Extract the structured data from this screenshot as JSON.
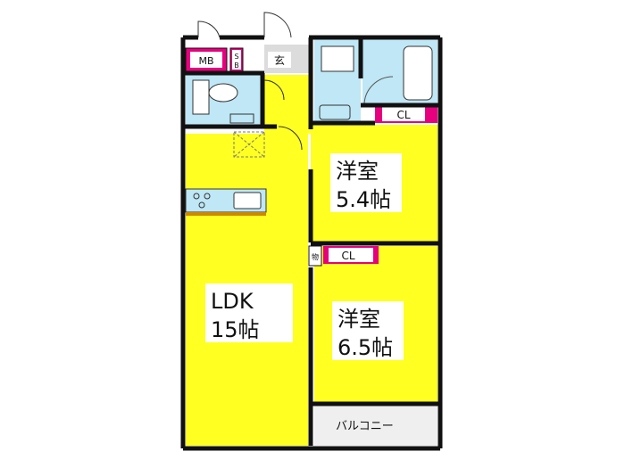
{
  "rooms": {
    "ldk": {
      "name": "LDK",
      "size": "15帖"
    },
    "western_1": {
      "name": "洋室",
      "size": "5.4帖"
    },
    "western_2": {
      "name": "洋室",
      "size": "6.5帖"
    },
    "balcony": {
      "name": "バルコニー"
    }
  },
  "labels": {
    "mb": "MB",
    "sb_top": "S",
    "sb_bottom": "B",
    "entrance": "玄",
    "cl_1": "CL",
    "cl_2": "CL",
    "storage": "物"
  },
  "colors": {
    "room_yellow": "#ffff22",
    "wet_area_blue": "#bfe7f5",
    "closet_magenta": "#e6007e",
    "wall": "#111111",
    "balcony_gray": "#efefef",
    "hall_gray": "#dcdcdc"
  }
}
